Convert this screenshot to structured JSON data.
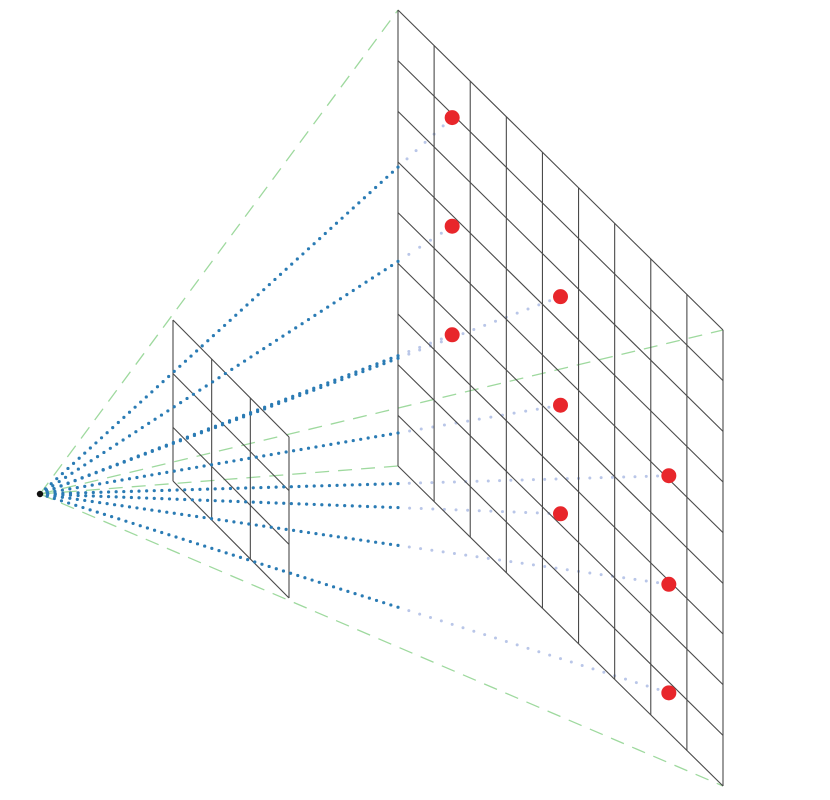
{
  "colors": {
    "background": "#ffffff",
    "grid_line": "#4a4a4a",
    "frustum_dashes": "#9ed99e",
    "ray_visible": "#2a7bb4",
    "ray_hidden": "#b9c6e8",
    "sample_point": "#e8262b",
    "camera_origin": "#111111"
  },
  "diagram": {
    "near_plane": {
      "columns": 3,
      "rows": 3
    },
    "far_plane": {
      "columns": 9,
      "rows": 9
    },
    "sample_point_count": 9,
    "ray_count": 9
  }
}
